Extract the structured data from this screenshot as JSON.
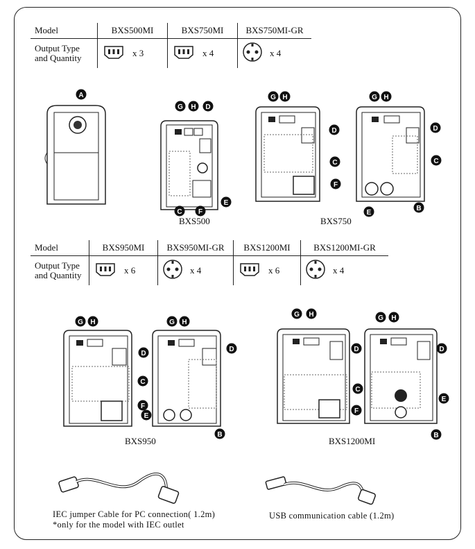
{
  "table1": {
    "model_label": "Model",
    "output_label": [
      "Output Type",
      "and Quantity"
    ],
    "models": [
      {
        "name": "BXS500MI",
        "outlet": "iec-outlet-icon",
        "qty": "x 3"
      },
      {
        "name": "BXS750MI",
        "outlet": "iec-outlet-icon",
        "qty": "x 4"
      },
      {
        "name": "BXS750MI-GR",
        "outlet": "schuko-outlet-icon",
        "qty": "x 4"
      }
    ]
  },
  "table2": {
    "model_label": "Model",
    "output_label": [
      "Output Type",
      "and Quantity"
    ],
    "models": [
      {
        "name": "BXS950MI",
        "outlet": "iec-outlet-icon",
        "qty": "x 6"
      },
      {
        "name": "BXS950MI-GR",
        "outlet": "schuko-outlet-icon",
        "qty": "x 4"
      },
      {
        "name": "BXS1200MI",
        "outlet": "iec-outlet-icon",
        "qty": "x 6"
      },
      {
        "name": "BXS1200MI-GR",
        "outlet": "schuko-outlet-icon",
        "qty": "x 4"
      }
    ]
  },
  "callouts": [
    "A",
    "B",
    "C",
    "D",
    "E",
    "F",
    "G",
    "H"
  ],
  "captions": {
    "bxs500": "BXS500",
    "bxs750": "BXS750",
    "bxs950": "BXS950",
    "bxs1200": "BXS1200MI"
  },
  "accessories": {
    "iec_cable": "IEC jumper Cable for PC connection( 1.2m)",
    "iec_note": "*only for the model with IEC outlet",
    "usb_cable": "USB communication cable (1.2m)"
  }
}
